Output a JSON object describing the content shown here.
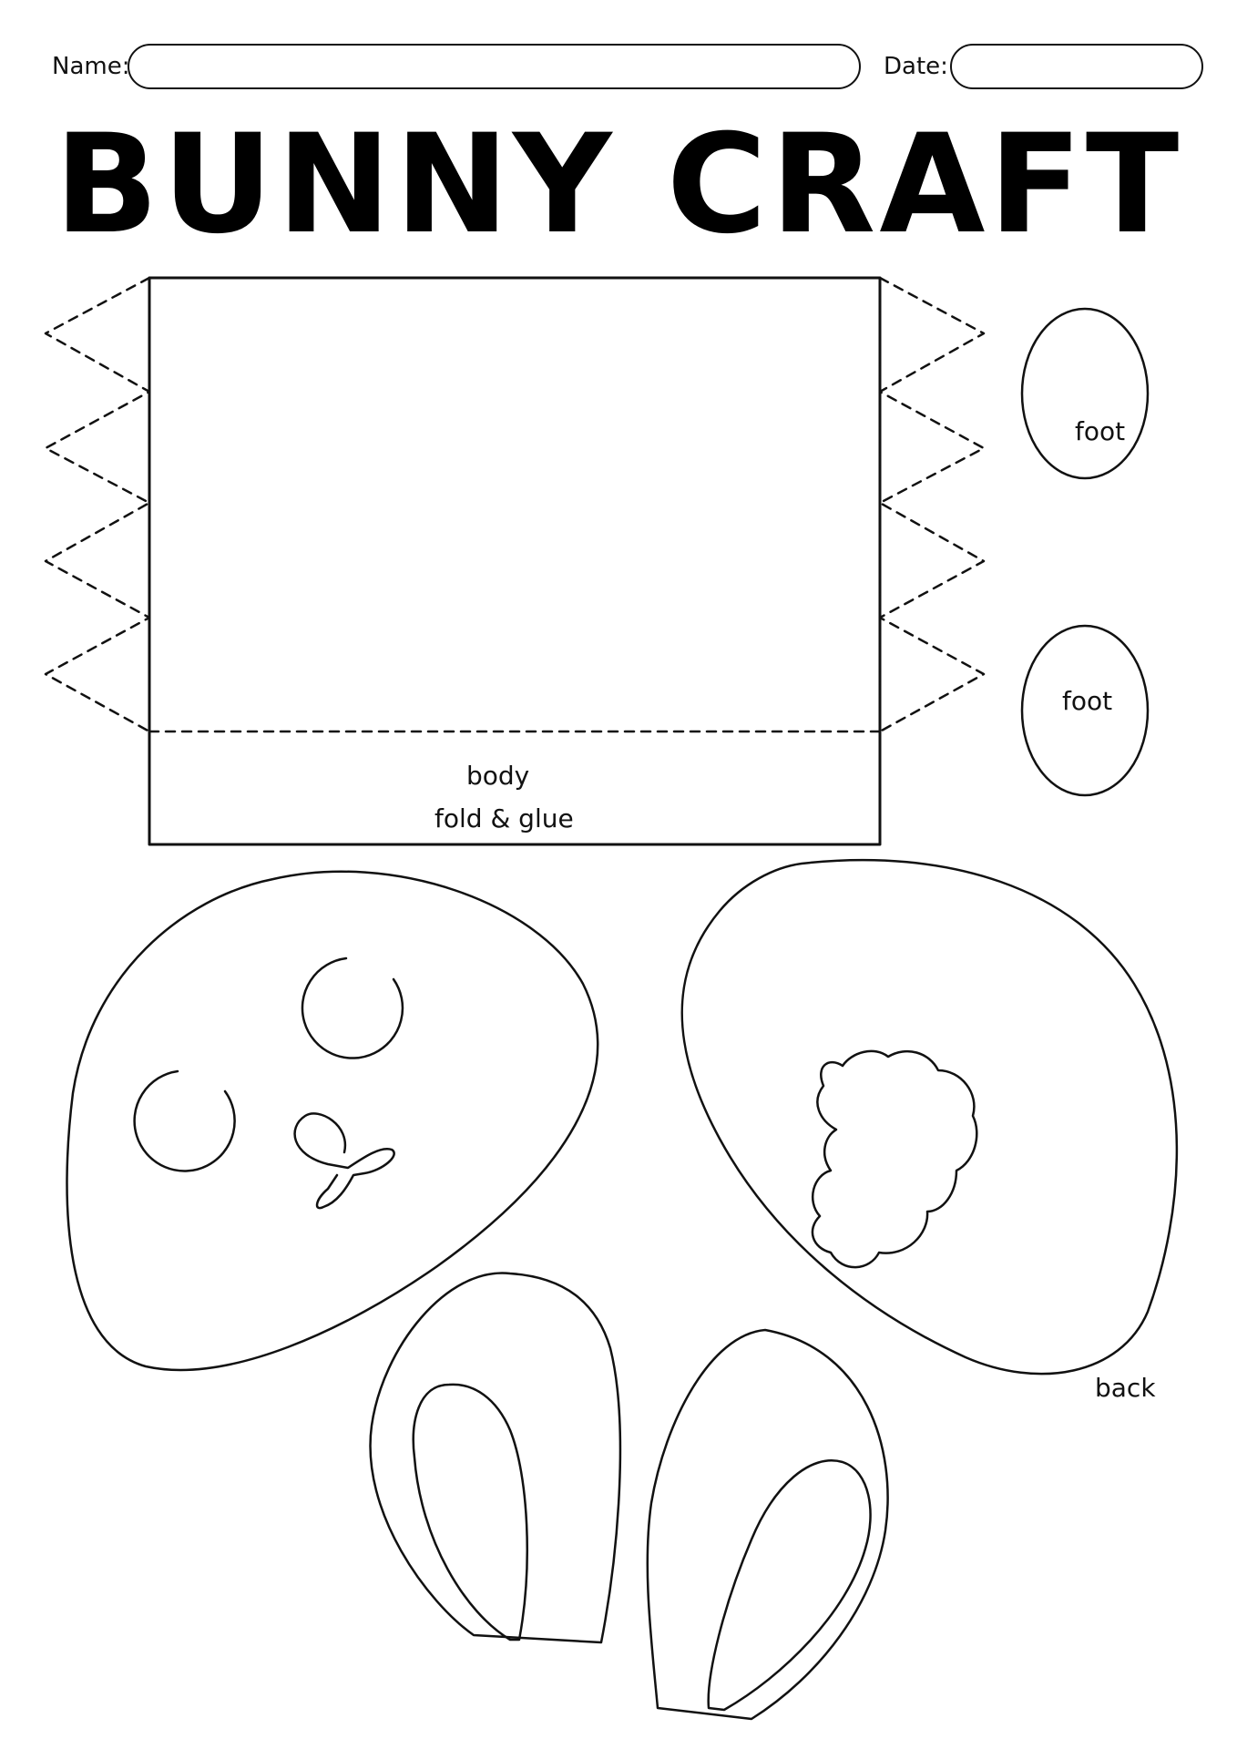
{
  "header": {
    "name_label": "Name:",
    "date_label": "Date:",
    "name_value": "",
    "date_value": ""
  },
  "title": "BUNNY CRAFT",
  "pieces": {
    "body_label": "body",
    "fold_label": "fold & glue",
    "foot_top_label": "foot",
    "foot_bottom_label": "foot",
    "back_label": "back"
  },
  "colors": {
    "ink": "#111111",
    "paper": "#ffffff"
  }
}
